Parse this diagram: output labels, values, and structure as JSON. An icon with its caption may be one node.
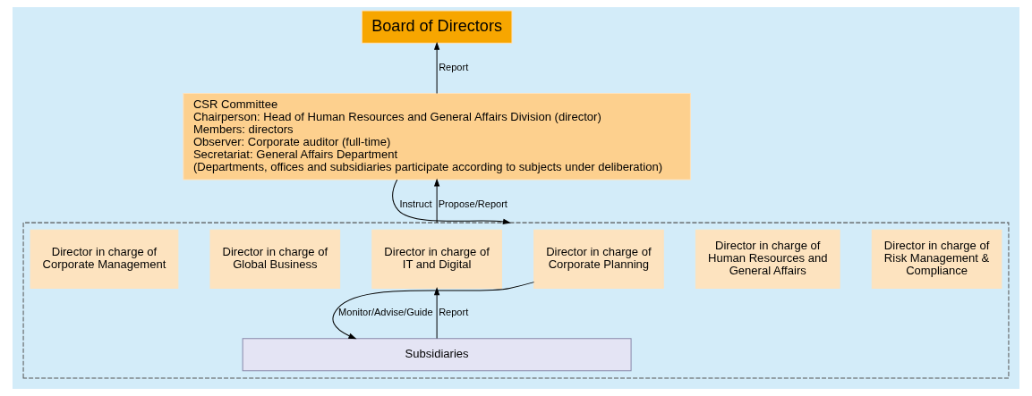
{
  "diagram": {
    "nodes": [
      {
        "text": [
          "Board of Directors"
        ]
      },
      {
        "text": [
          "CSR Committee",
          "Chairperson: Head of Human Resources and General Affairs Division (director)",
          "Members: directors",
          "Observer: Corporate auditor (full-time)",
          "Secretariat: General Affairs Department",
          "(Departments, offices and subsidiaries participate according to subjects under deliberation)"
        ]
      },
      {
        "text": [],
        "shape": "box"
      },
      {
        "text": [
          "Director in charge of Corporate Management"
        ],
        "in": 2
      },
      {
        "text": [
          "Director in charge of Global Business"
        ],
        "in": 2
      },
      {
        "text": [
          "Director in charge of IT and Digital"
        ],
        "in": 2
      },
      {
        "text": [
          "Director in charge of Corporate Planning"
        ],
        "in": 2
      },
      {
        "text": [
          "Director in charge of Human Resources and General Affairs"
        ],
        "in": 2
      },
      {
        "text": [
          "Director in charge of Risk Management & Compliance"
        ],
        "in": 2
      },
      {
        "text": [
          "Subsidiaries"
        ],
        "in": 2
      }
    ],
    "edges": [
      {
        "from": 1,
        "to": 0,
        "arrow": "to",
        "label": "Report"
      },
      {
        "from": 1,
        "to": 2,
        "arrow": "to",
        "label": "Instruct"
      },
      {
        "from": 2,
        "to": 1,
        "arrow": "to",
        "label": "Propose/Report"
      },
      {
        "from": 9,
        "to": 5,
        "arrow": "to",
        "label": "Report"
      },
      {
        "from": 6,
        "to": 9,
        "arrow": "to",
        "label": "Monitor/Advise/Guide"
      }
    ]
  }
}
